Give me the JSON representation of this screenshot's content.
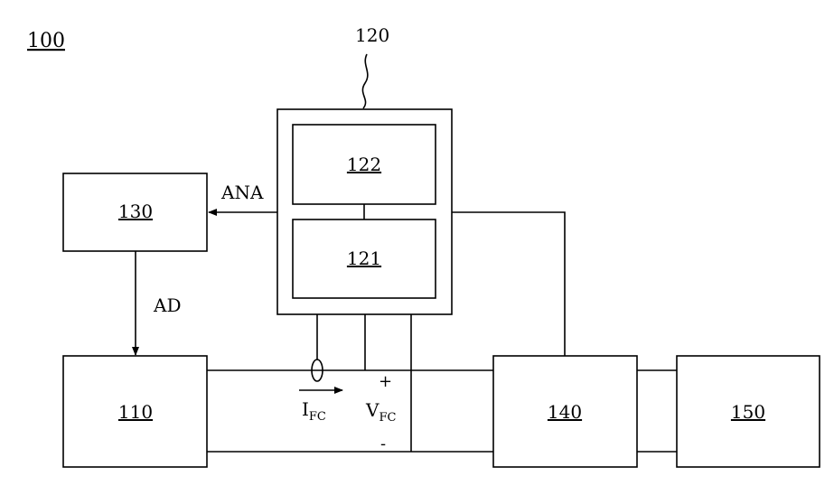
{
  "diagram": {
    "figure_ref": "100",
    "ref_120": "120",
    "blocks": {
      "b122": "122",
      "b121": "121",
      "b130": "130",
      "b110": "110",
      "b140": "140",
      "b150": "150"
    },
    "signals": {
      "ana": "ANA",
      "ad": "AD",
      "current_main": "I",
      "current_sub": "FC",
      "voltage_main": "V",
      "voltage_sub": "FC",
      "plus": "+",
      "minus": "-"
    }
  }
}
